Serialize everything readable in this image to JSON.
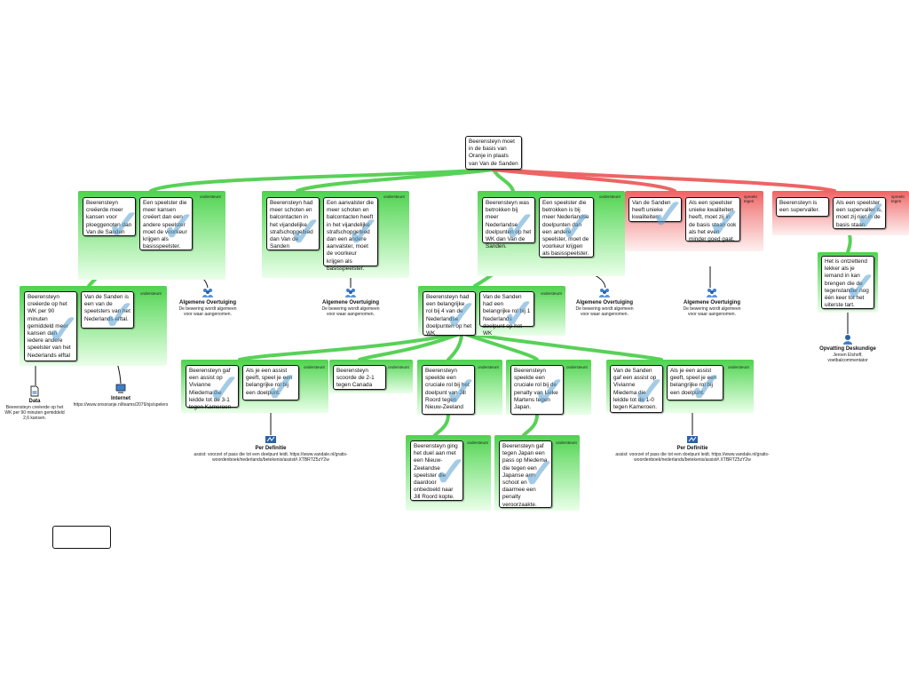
{
  "root": "Beerensteyn moet in de basis van Oranje in plaats van Van de Sanden",
  "tags": {
    "support": "ondersteunt",
    "oppose": "spreekt tegen"
  },
  "checkmark": "✓",
  "nodes": {
    "a1": "Beerensteyn creëerde meer kansen voor ploeggenoten dan Van de Sanden",
    "a2": "Een speelster die meer kansen creëert dan een andere speelster moet de voorkeur krijgen als basisspeelster.",
    "a1a": "Beerensteyn creëerde op het WK per 90 minuten gemiddeld meer kansen dan iedere andere speelster van het Nederlands elftal",
    "a1b": "Van de Sanden is een van de speelsters van het Nederlands elftal.",
    "b1": "Beerensteyn had meer schoten en balcontacten in het vijandelijke strafschopgebied dan Van de Sanden",
    "b2": "Een aanvalster die meer schoten en balcontacten heeft in het vijandelijke strafschopgebied dan een andere aanvalster, moet de voorkeur krijgen als basisspeelster.",
    "c1": "Beerensteyn was betrokken bij meer Nederlandse doelpunten op het WK dan Van de Sanden.",
    "c2": "Een speelster die betrokken is bij meer Nederlandse doelpunten dan een andere speelster, moet de voorkeur krijgen als basisspeelster.",
    "c1a": "Beerensteyn had een belangrijke rol bij 4 van de Nederlandse doelpunten op het WK",
    "c1b": "Van de Sanden had een belangrijke rol bij 1 Nederlands doelpunt op het WK",
    "d1": "Beerensteyn gaf een assist op Vivianne Miedema die leidde tot de 3-1 tegen Kameroen",
    "d2": "Als je een assist geeft, speel je een belangrijke rol bij een doelpunt.",
    "e1": "Beerensteyn scoorde de 2-1 tegen Canada",
    "f1": "Beerensteyn speelde een cruciale rol bij het doelpunt van Jill Roord tegen Nieuw-Zeeland",
    "f1a": "Beerensteyn ging het duel aan met een Nieuw-Zeelandse speelster die daardoor onbedoeld naar Jill Roord kopte.",
    "g1": "Beerensteyn speelde een cruciale rol bij de penalty van Lieke Martens tegen Japan.",
    "g1a": "Beerensteyn gaf tegen Japan een pass op Miedema die tegen een Japanse arm schoot en daarmee een penalty veroorzaakte.",
    "h1": "Van de Sanden gaf een assist op Vivianne Miedema die leidde tot de 1-0 tegen Kameroen.",
    "h2": "Als je een assist geeft, speel je een belangrijke rol bij een doelpunt.",
    "r1": "Van de Sanden heeft unieke kwaliteiten.",
    "r2": "Als een speelster unieke kwaliteiten heeft, moet zij in de basis staan ook als het even minder goed gaat.",
    "s1": "Beerensteyn is een supervaller.",
    "s2": "Als een speelster een supervaller is, moet zij niet in de basis staan.",
    "s2a": "Het is ontzettend lekker als je iemand in kan brengen die de tegenstander nog één keer tot het uiterste tart."
  },
  "sources": {
    "data": {
      "title": "Data",
      "desc": "Beerensteyn creëerde op het WK per 90 minuten gemiddeld 2,6 kansen."
    },
    "internet": {
      "title": "Internet",
      "desc": "https://www.onsoranje.nl/teams/2079/sjs/spelers"
    },
    "alg1": {
      "title": "Algemene Overtuiging",
      "desc": "De bewering wordt algemeen voor waar aangenomen."
    },
    "alg2": {
      "title": "Algemene Overtuiging",
      "desc": "De bewering wordt algemeen voor waar aangenomen."
    },
    "alg3": {
      "title": "Algemene Overtuiging",
      "desc": "De bewering wordt algemeen voor waar aangenomen."
    },
    "alg4": {
      "title": "Algemene Overtuiging",
      "desc": "De bewering wordt algemeen voor waar aangenomen."
    },
    "def1": {
      "title": "Per Definitie",
      "desc": "assist: voorzet of pass die tot een doelpunt leidt. https://www.vandale.nl/gratis-woordenboek/nederlands/betekenis/assist#.XTBRTZ5zY2w"
    },
    "def2": {
      "title": "Per Definitie",
      "desc": "assist: voorzet of pass die tot een doelpunt leidt. https://www.vandale.nl/gratis-woordenboek/nederlands/betekenis/assist#.XTBRTZ5zY2w"
    },
    "expert": {
      "title": "Opvatting Deskundige",
      "desc": "Jeroen Elshoff, voetbalcommentator"
    }
  },
  "colors": {
    "support": "#54d154",
    "oppose": "#ef5f5f",
    "check": "#5aa0d2"
  }
}
